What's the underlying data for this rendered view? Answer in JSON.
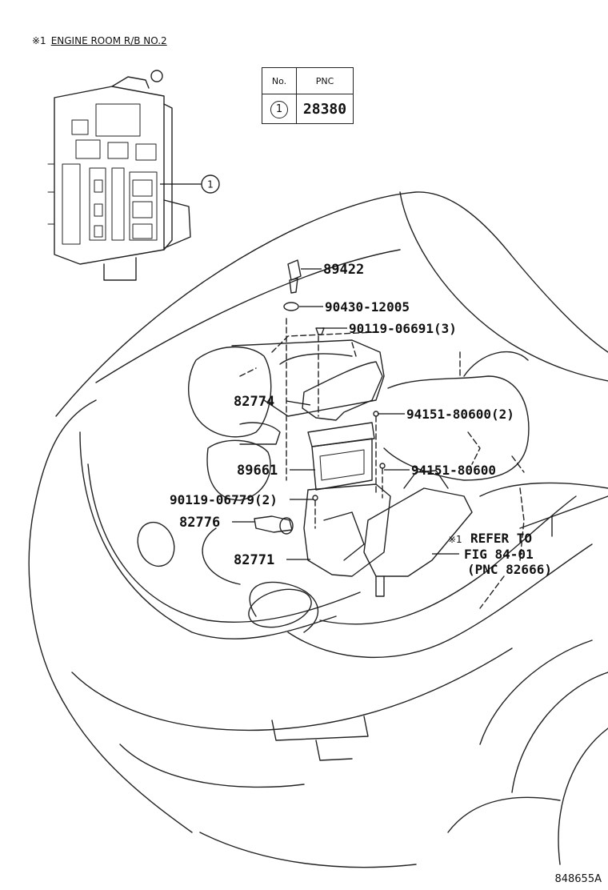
{
  "header": {
    "mark": "※1",
    "title": "ENGINE ROOM R/B NO.2"
  },
  "pnc_table": {
    "col_no": "No.",
    "col_pnc": "PNC",
    "rows": [
      {
        "no": "1",
        "pnc": "28380"
      }
    ]
  },
  "callout_1": "1",
  "parts": {
    "p89422": "89422",
    "p90430": "90430-12005",
    "p90119a": "90119-06691(3)",
    "p82774": "82774",
    "p94151a": "94151-80600(2)",
    "p89661": "89661",
    "p94151b": "94151-80600",
    "p90119b": "90119-06779(2)",
    "p82776": "82776",
    "p82771": "82771"
  },
  "refer": {
    "mark": "※1",
    "line1": "REFER TO",
    "line2": "FIG 84-01",
    "line3": "(PNC 82666)"
  },
  "illustration_code": "848655A"
}
